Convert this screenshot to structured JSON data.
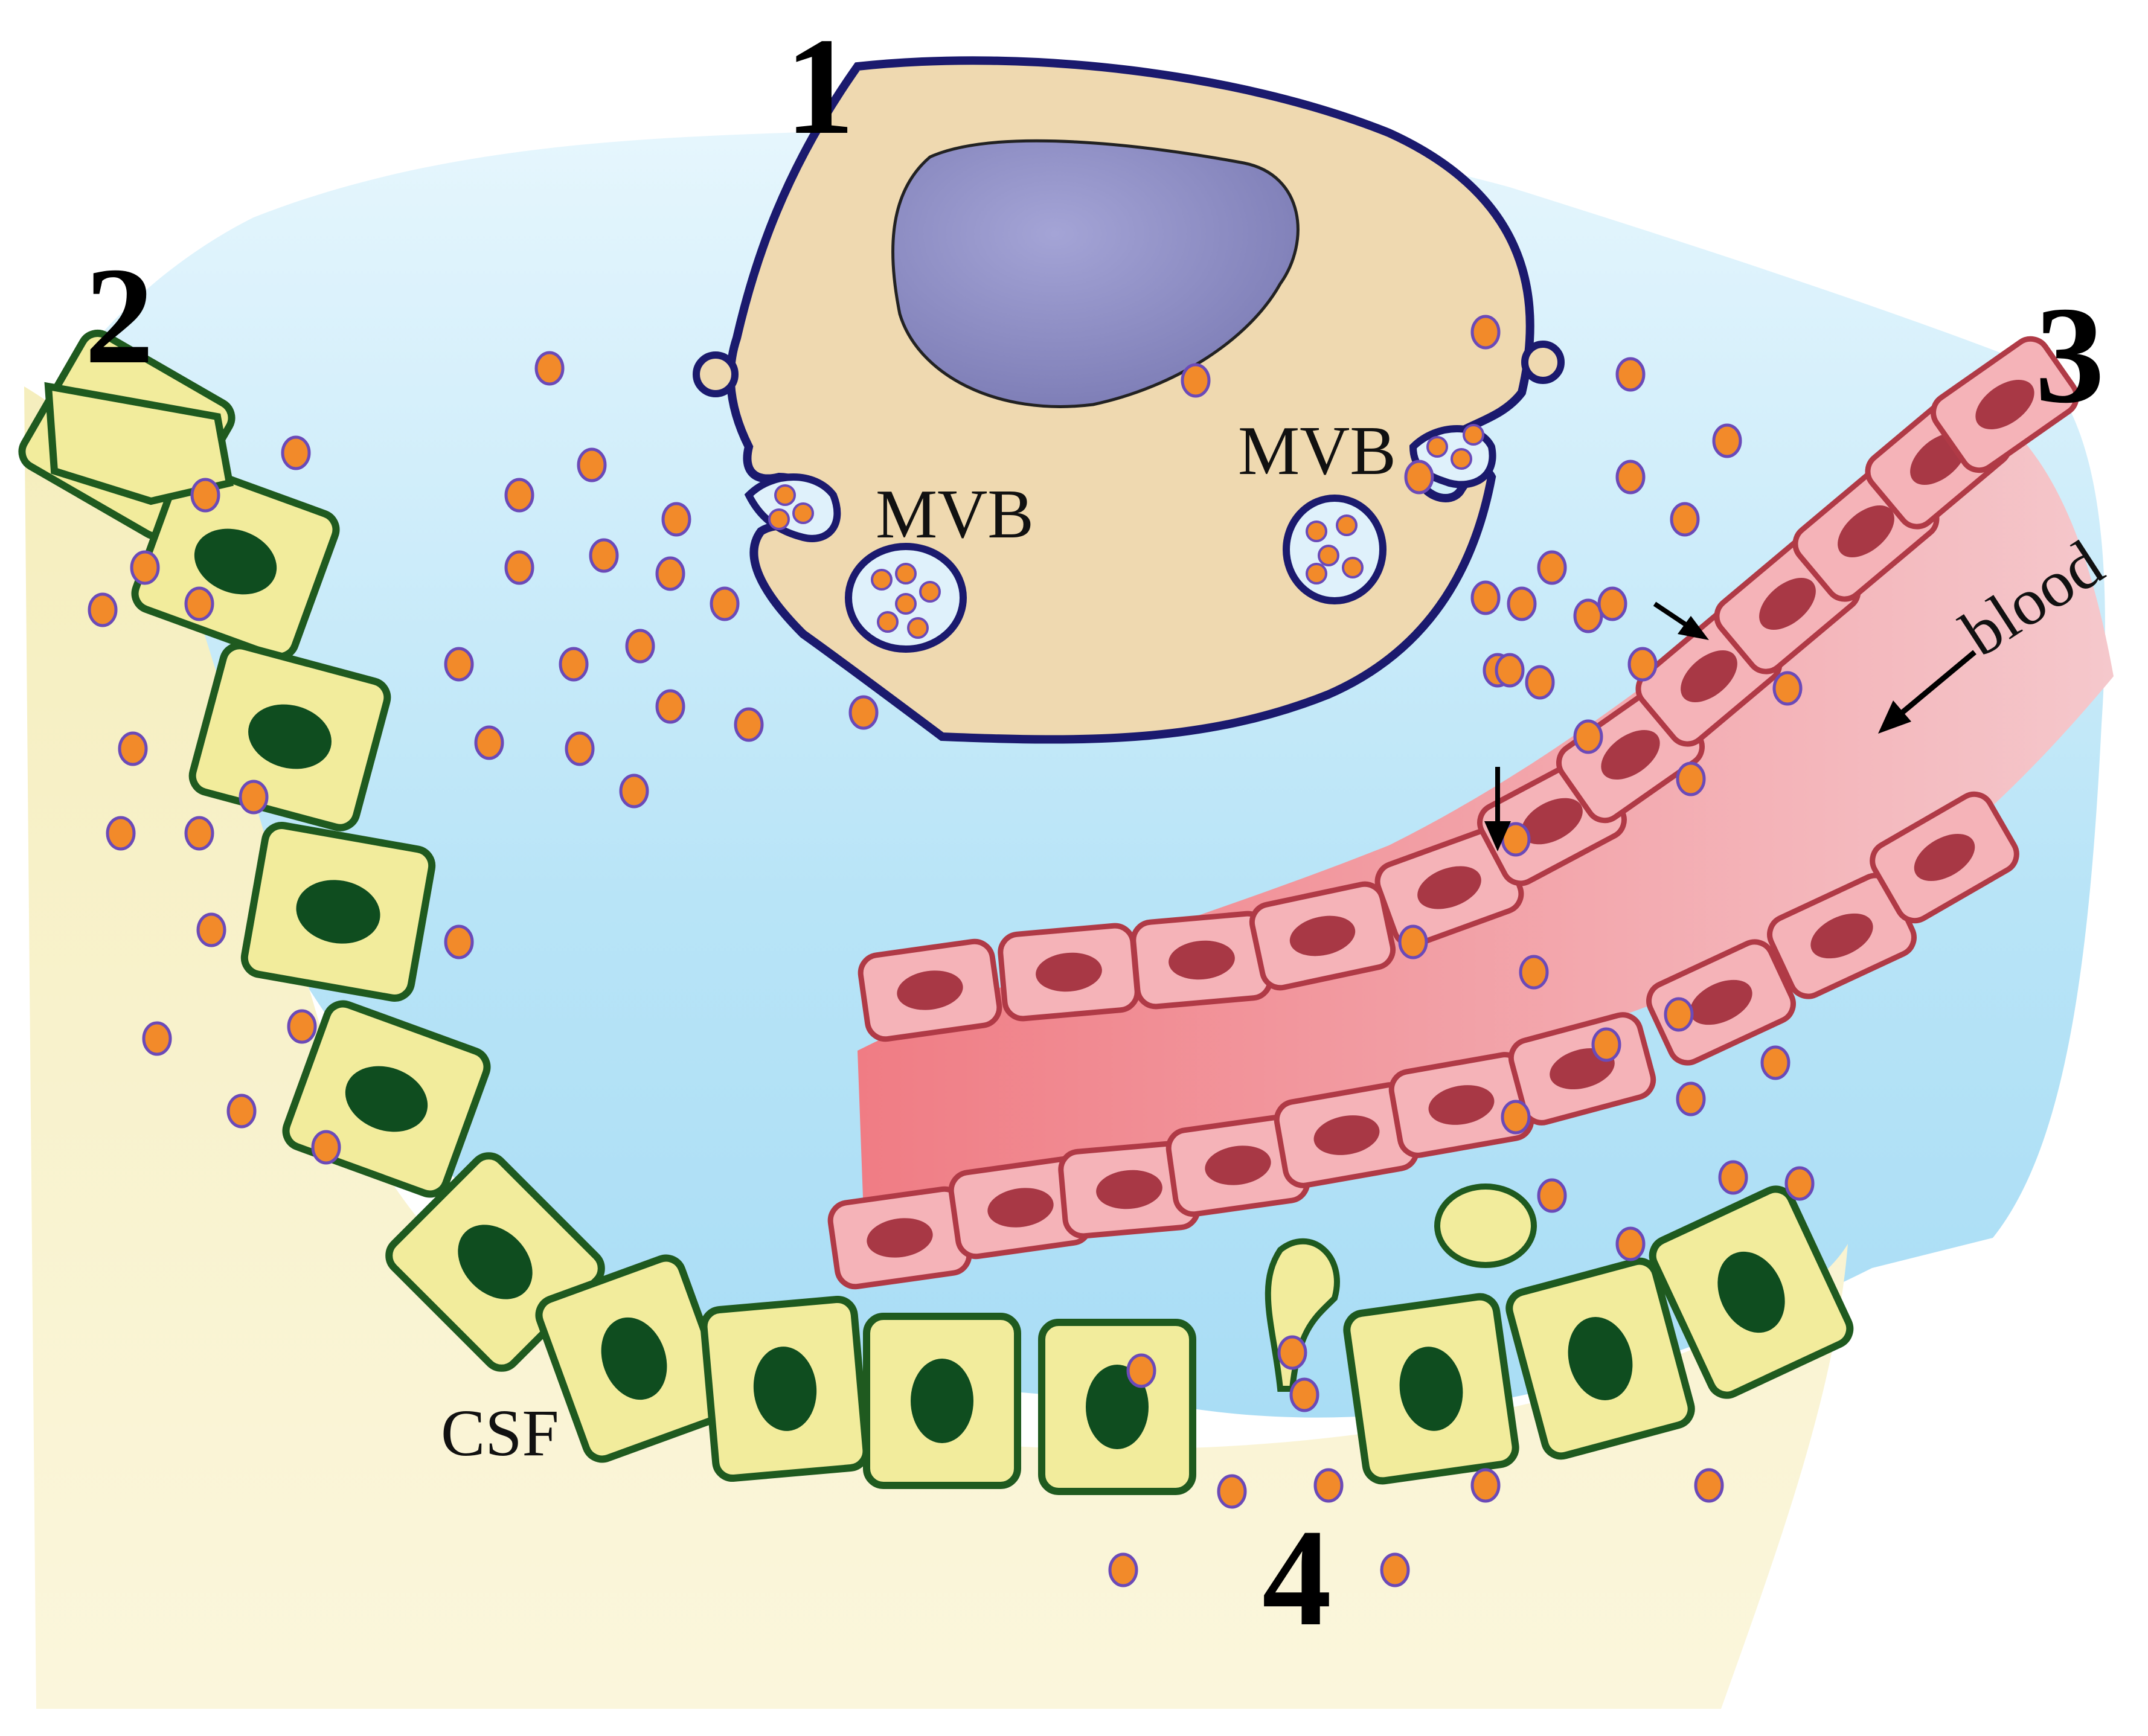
{
  "labels": {
    "n1": "1",
    "n2": "2",
    "n3": "3",
    "n4": "4",
    "mvb_left": "MVB",
    "mvb_right": "MVB",
    "blood": "blood",
    "csf": "CSF"
  },
  "colors": {
    "background_fluid": "#bfe6f7",
    "csf_region": "#f6efc2",
    "cell_body": "#efd7ae",
    "cell_outline": "#1b1a6e",
    "nucleus": "#8f8fc4",
    "vessel": "#f3a8ae",
    "endothelial_cell": "#f5b3b8",
    "endothelial_nucleus": "#a83845",
    "ependymal_cell": "#f2ec9c",
    "ependymal_outline": "#1f5a1f",
    "ependymal_nucleus": "#0f4d1f",
    "vesicle": "#f28a2a",
    "vesicle_outline": "#6b4ab8"
  }
}
